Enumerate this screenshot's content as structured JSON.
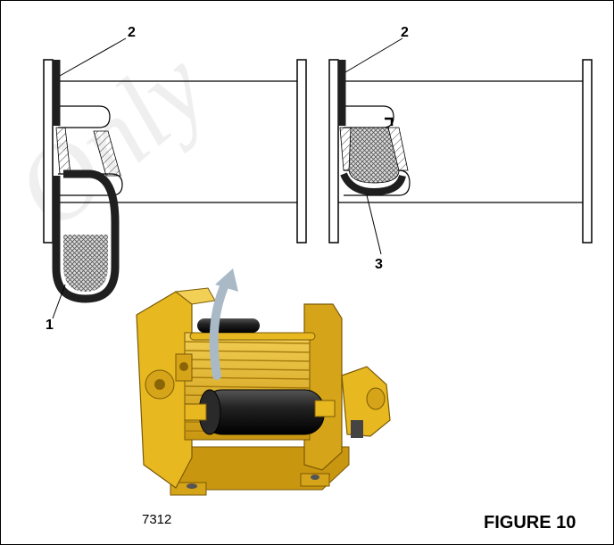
{
  "watermark": {
    "text": "Only"
  },
  "callouts": {
    "one": "1",
    "two_left": "2",
    "two_right": "2",
    "three": "3"
  },
  "figure": {
    "image_code": "7312",
    "title": "FIGURE 10"
  },
  "colors": {
    "winch_yellow": "#e8b821",
    "winch_shadow": "#b5860e",
    "rope_cover": "#1f1f1f",
    "arrow": "#a9b9c6",
    "line": "#000000"
  }
}
